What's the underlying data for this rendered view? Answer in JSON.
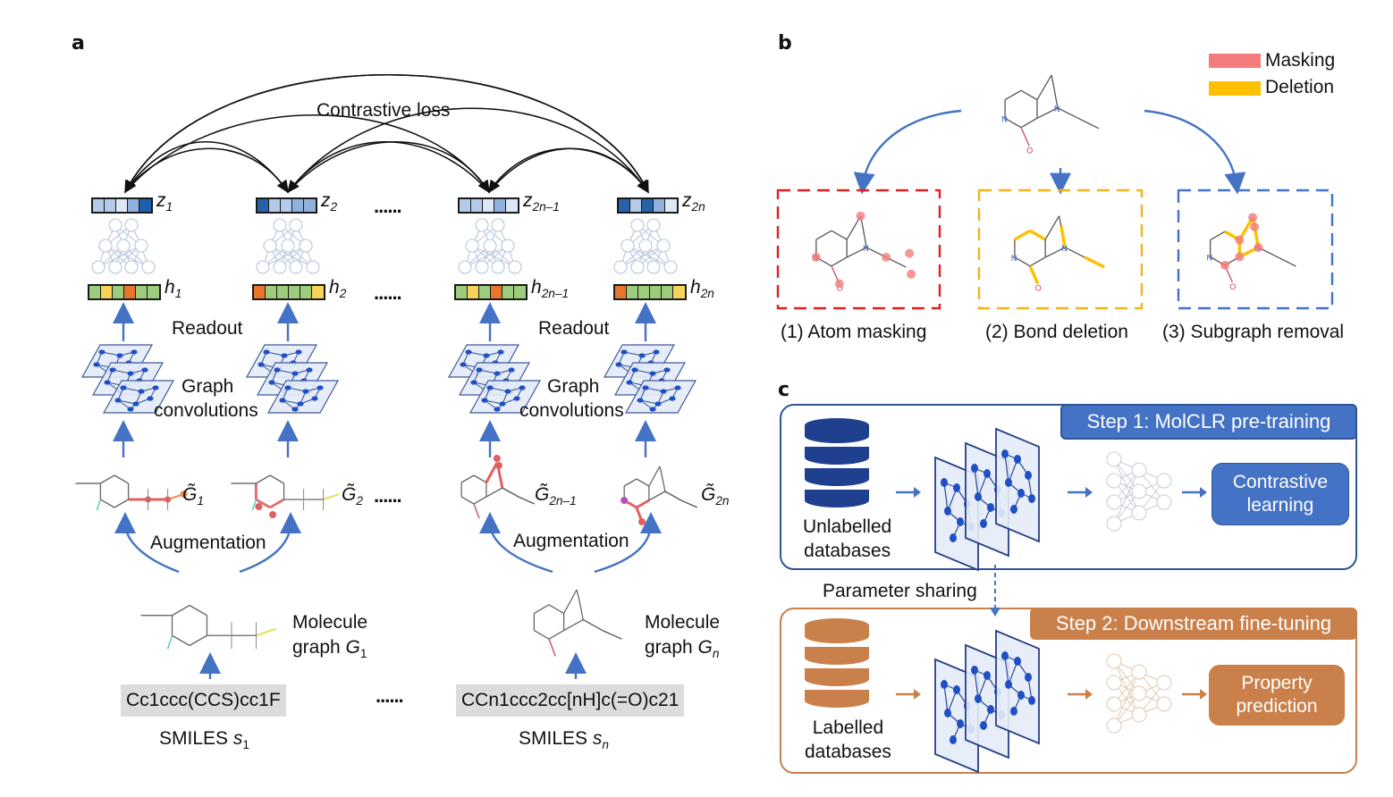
{
  "panels": {
    "a": {
      "label": "a",
      "contrastive_loss": "Contrastive loss",
      "readout": "Readout",
      "graph_conv_line1": "Graph",
      "graph_conv_line2": "convolutions",
      "augmentation": "Augmentation",
      "ellipsis": "......",
      "z_vectors": [
        {
          "name": "z",
          "sub": "1",
          "cells": [
            "#b3cbe8",
            "#b3cbe8",
            "#dce8f5",
            "#8fb1dc",
            "#1f5fb0"
          ]
        },
        {
          "name": "z",
          "sub": "2",
          "cells": [
            "#2962a8",
            "#b3cbe8",
            "#b3cbe8",
            "#8fb1dc",
            "#8fb1dc"
          ]
        },
        {
          "name": "z",
          "sub": "2n–1",
          "cells": [
            "#b3cbe8",
            "#b3cbe8",
            "#dce8f5",
            "#8fb1dc",
            "#dce8f5"
          ]
        },
        {
          "name": "z",
          "sub": "2n",
          "cells": [
            "#2962a8",
            "#b3cbe8",
            "#2962a8",
            "#8fb1dc",
            "#dce8f5"
          ]
        }
      ],
      "h_vectors": [
        {
          "name": "h",
          "sub": "1",
          "cells": [
            "#9ccc7c",
            "#f7d35a",
            "#9ccc7c",
            "#e9742b",
            "#9ccc7c",
            "#9ccc7c"
          ]
        },
        {
          "name": "h",
          "sub": "2",
          "cells": [
            "#e9742b",
            "#9ccc7c",
            "#9ccc7c",
            "#9ccc7c",
            "#9ccc7c",
            "#f7d35a"
          ]
        },
        {
          "name": "h",
          "sub": "2n–1",
          "cells": [
            "#9ccc7c",
            "#f7d35a",
            "#9ccc7c",
            "#e9742b",
            "#9ccc7c",
            "#9ccc7c"
          ]
        },
        {
          "name": "h",
          "sub": "2n",
          "cells": [
            "#e9742b",
            "#9ccc7c",
            "#9ccc7c",
            "#9ccc7c",
            "#9ccc7c",
            "#f7d35a"
          ]
        }
      ],
      "augmented_graphs": [
        {
          "name": "G̃",
          "sub": "1"
        },
        {
          "name": "G̃",
          "sub": "2"
        },
        {
          "name": "G̃",
          "sub": "2n–1"
        },
        {
          "name": "G̃",
          "sub": "2n"
        }
      ],
      "molecules": [
        {
          "line1": "Molecule",
          "line2": "graph ",
          "var": "G",
          "sub": "1",
          "smiles": "Cc1ccc(CCS)cc1F",
          "smiles_label": "SMILES ",
          "smiles_var": "s",
          "smiles_sub": "1"
        },
        {
          "line1": "Molecule",
          "line2": "graph ",
          "var": "G",
          "sub": "n",
          "smiles": "CCn1ccc2cc[nH]c(=O)c21",
          "smiles_label": "SMILES ",
          "smiles_var": "s",
          "smiles_sub": "n"
        }
      ]
    },
    "b": {
      "label": "b",
      "legend": [
        {
          "label": "Masking",
          "color": "#f47c7c"
        },
        {
          "label": "Deletion",
          "color": "#ffc000"
        }
      ],
      "augmentations": [
        {
          "label": "(1) Atom masking",
          "color": "#e02020"
        },
        {
          "label": "(2) Bond deletion",
          "color": "#f0b41c"
        },
        {
          "label": "(3) Subgraph removal",
          "color": "#4472c4"
        }
      ]
    },
    "c": {
      "label": "c",
      "step1": {
        "banner": "Step 1: MolCLR pre-training",
        "db_line1": "Unlabelled",
        "db_line2": "databases",
        "output_line1": "Contrastive",
        "output_line2": "learning",
        "color": "#4472c4",
        "border": "#2f5597"
      },
      "parameter_sharing": "Parameter sharing",
      "step2": {
        "banner": "Step 2: Downstream fine-tuning",
        "db_line1": "Labelled",
        "db_line2": "databases",
        "output_line1": "Property",
        "output_line2": "prediction",
        "color": "#c9804a",
        "border": "#c9804a"
      }
    }
  }
}
